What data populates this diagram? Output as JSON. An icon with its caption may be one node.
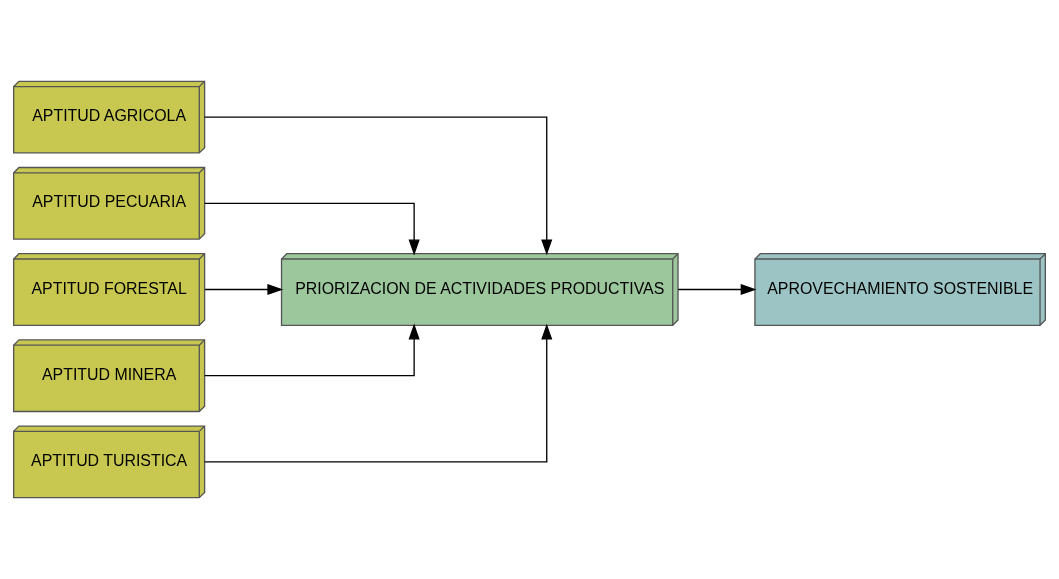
{
  "diagram": {
    "nodes": [
      {
        "text": [
          "APTITUD AGRICOLA"
        ]
      },
      {
        "text": [
          "APTITUD PECUARIA"
        ]
      },
      {
        "text": [
          "APTITUD FORESTAL"
        ]
      },
      {
        "text": [
          "APTITUD MINERA"
        ]
      },
      {
        "text": [
          "APTITUD TURISTICA"
        ]
      },
      {
        "text": [
          "PRIORIZACION DE ACTIVIDADES PRODUCTIVAS"
        ]
      },
      {
        "text": [
          "APROVECHAMIENTO SOSTENIBLE"
        ]
      }
    ],
    "edges": [
      {
        "from": 0,
        "to": 5,
        "arrow": "to"
      },
      {
        "from": 1,
        "to": 5,
        "arrow": "to"
      },
      {
        "from": 2,
        "to": 5,
        "arrow": "to"
      },
      {
        "from": 3,
        "to": 5,
        "arrow": "to"
      },
      {
        "from": 4,
        "to": 5,
        "arrow": "to"
      },
      {
        "from": 5,
        "to": 6,
        "arrow": "to"
      }
    ]
  }
}
